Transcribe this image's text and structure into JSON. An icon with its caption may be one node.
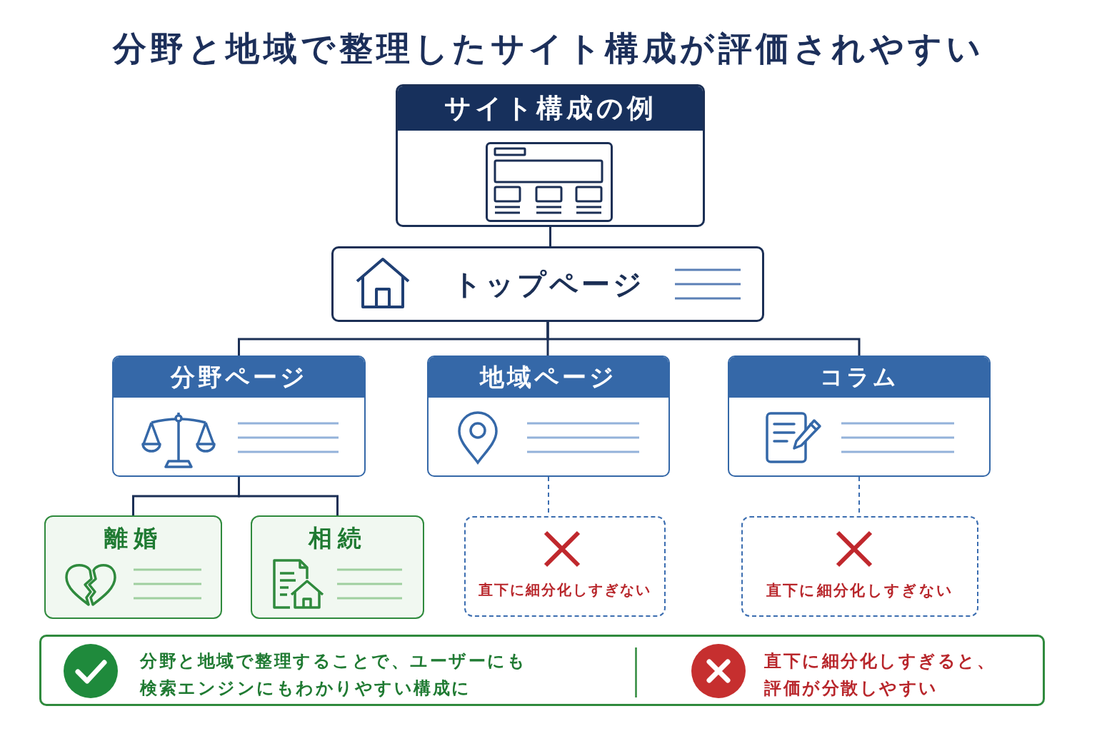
{
  "diagram": {
    "title": "分野と地域で整理したサイト構成が評価されやすい",
    "nodes": [
      {
        "text": [
          "サイト構成の例"
        ]
      },
      {
        "text": [
          "トップページ"
        ]
      },
      {
        "text": [
          "分野ページ"
        ]
      },
      {
        "text": [
          "地域ページ"
        ]
      },
      {
        "text": [
          "コラム"
        ]
      },
      {
        "text": [
          "離婚"
        ]
      },
      {
        "text": [
          "相続"
        ]
      },
      {
        "text": [
          "直下に細分化しすぎない"
        ]
      },
      {
        "text": [
          "直下に細分化しすぎない"
        ]
      },
      {
        "text": [
          "分野と地域で整理することで、ユーザーにも検索エンジンにもわかりやすい構成に",
          "直下に細分化しすぎると、評価が分散しやすい"
        ]
      }
    ],
    "edges": [
      {
        "from": 0,
        "to": 1,
        "arrow": "none"
      },
      {
        "from": 1,
        "to": 2,
        "arrow": "none"
      },
      {
        "from": 1,
        "to": 3,
        "arrow": "none"
      },
      {
        "from": 1,
        "to": 4,
        "arrow": "none"
      },
      {
        "from": 2,
        "to": 5,
        "arrow": "none"
      },
      {
        "from": 2,
        "to": 6,
        "arrow": "none"
      },
      {
        "from": 3,
        "to": 7,
        "arrow": "none",
        "style": "dashed",
        "color": "#3b6db0"
      },
      {
        "from": 4,
        "to": 8,
        "arrow": "none",
        "style": "dashed",
        "color": "#3b6db0"
      }
    ]
  }
}
